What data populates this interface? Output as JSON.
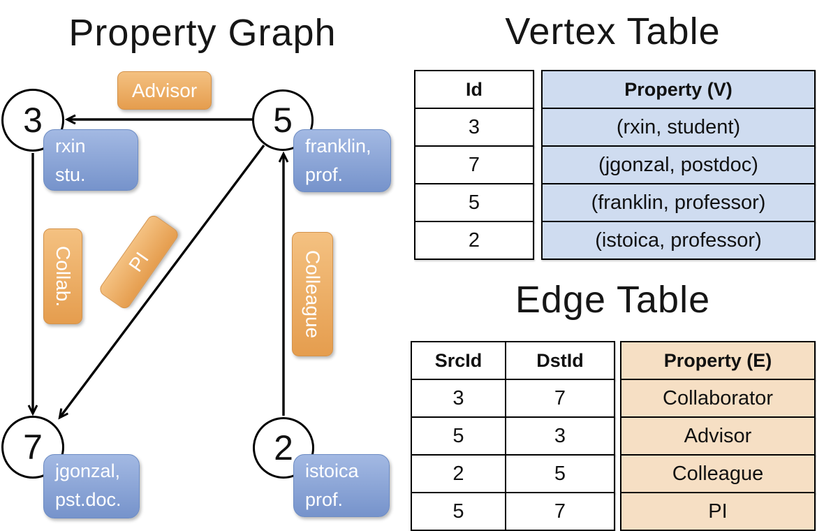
{
  "titles": {
    "graph": "Property Graph",
    "vertex": "Vertex Table",
    "edge": "Edge Table"
  },
  "colors": {
    "blue_top": "#a3b9e3",
    "blue_bottom": "#7693cb",
    "blue_border": "#6d8cc4",
    "orange_top": "#f4c181",
    "orange_bottom": "#e59d4e",
    "orange_border": "#d4924a",
    "vertex_col_bg": "#cfdcf0",
    "edge_col_bg": "#f6dfc4",
    "line_color": "#000000"
  },
  "graph": {
    "nodes": [
      {
        "id": "3"
      },
      {
        "id": "5"
      },
      {
        "id": "7"
      },
      {
        "id": "2"
      }
    ],
    "vertex_labels": [
      {
        "line1": "rxin",
        "line2": "stu."
      },
      {
        "line1": "franklin,",
        "line2": "prof."
      },
      {
        "line1": "jgonzal,",
        "line2": "pst.doc."
      },
      {
        "line1": "istoica",
        "line2": "prof."
      }
    ],
    "edge_labels": {
      "advisor": "Advisor",
      "collab": "Collab.",
      "pi": "PI",
      "colleague": "Colleague"
    }
  },
  "vertex_table": {
    "columns": {
      "id": "Id",
      "property": "Property (V)"
    },
    "rows": [
      [
        "3",
        "(rxin, student)"
      ],
      [
        "7",
        "(jgonzal, postdoc)"
      ],
      [
        "5",
        "(franklin, professor)"
      ],
      [
        "2",
        "(istoica, professor)"
      ]
    ]
  },
  "edge_table": {
    "columns": {
      "src": "SrcId",
      "dst": "DstId",
      "property": "Property (E)"
    },
    "rows": [
      [
        "3",
        "7",
        "Collaborator"
      ],
      [
        "5",
        "3",
        "Advisor"
      ],
      [
        "2",
        "5",
        "Colleague"
      ],
      [
        "5",
        "7",
        "PI"
      ]
    ]
  }
}
